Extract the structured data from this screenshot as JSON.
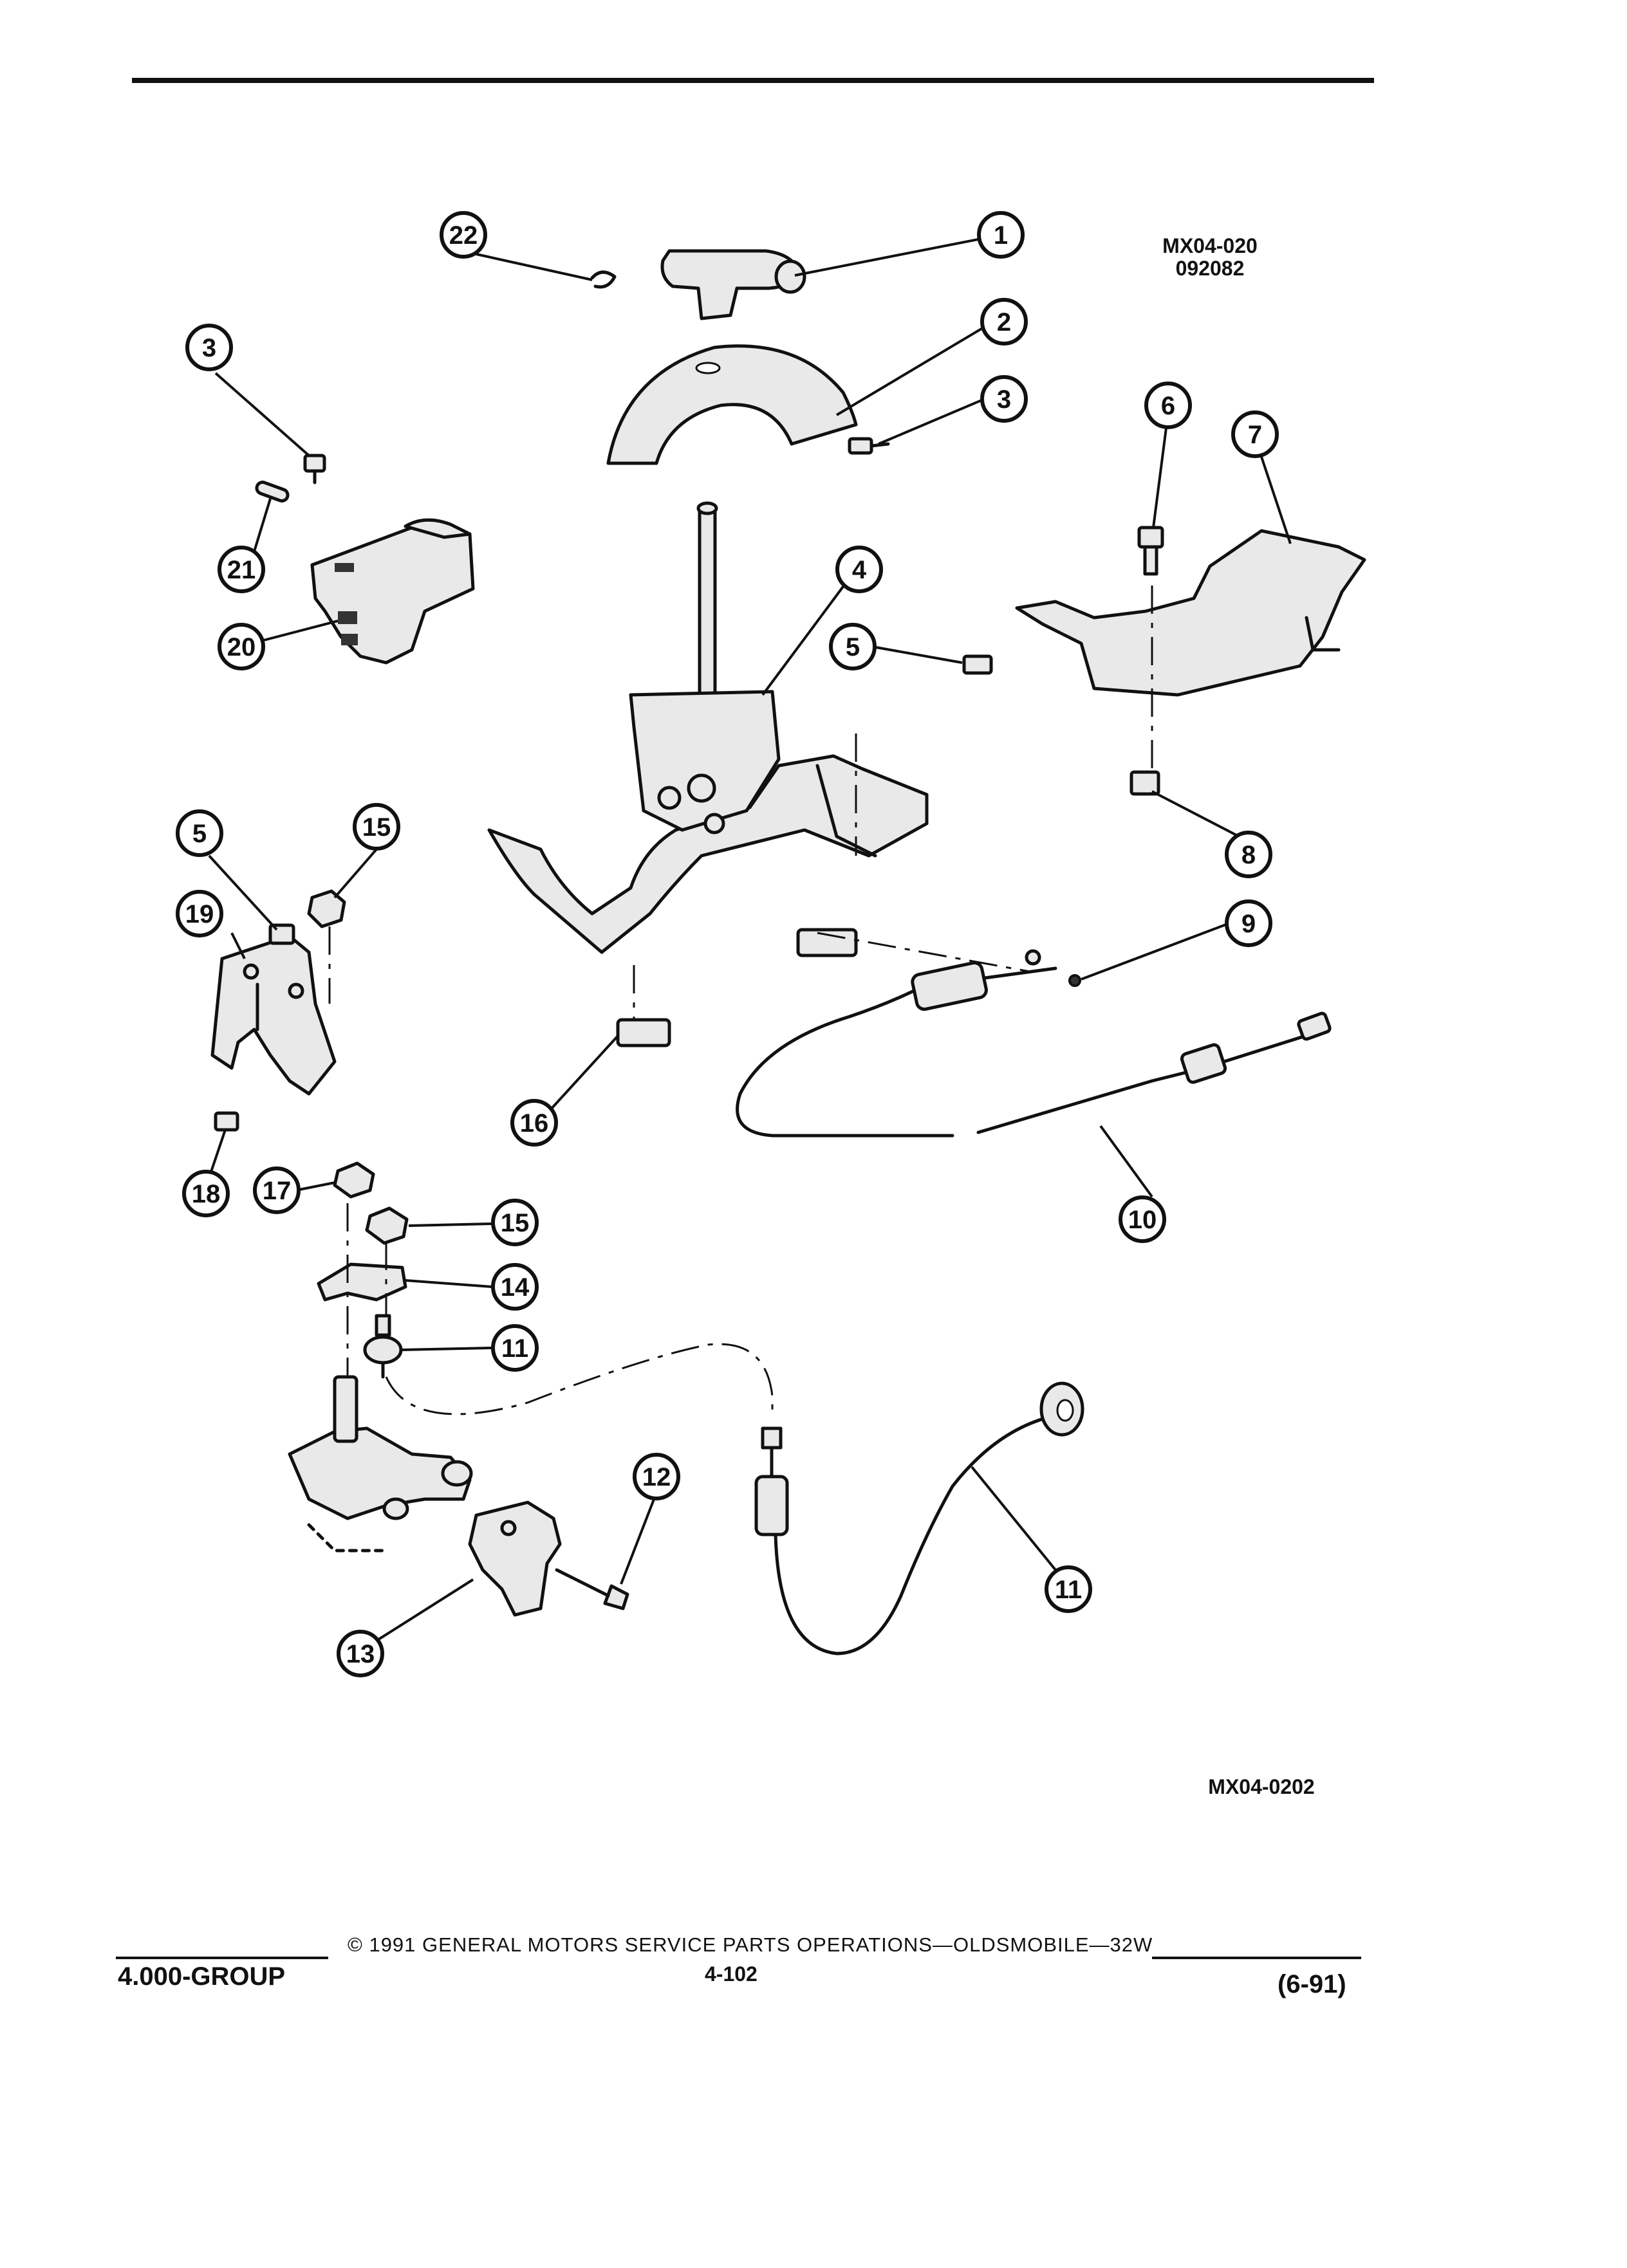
{
  "figure_codes": {
    "top": "MX04-020",
    "top_date": "092082",
    "bottom": "MX04-0202"
  },
  "callouts": [
    "1",
    "2",
    "3",
    "3",
    "4",
    "5",
    "5",
    "6",
    "7",
    "8",
    "9",
    "10",
    "11",
    "11",
    "12",
    "13",
    "14",
    "15",
    "15",
    "16",
    "17",
    "18",
    "19",
    "20",
    "21",
    "22"
  ],
  "footer": {
    "group": "4.000-GROUP",
    "copyright": "© 1991 GENERAL MOTORS SERVICE PARTS OPERATIONS—OLDSMOBILE—32W",
    "page": "4-102",
    "revision": "(6-91)"
  }
}
